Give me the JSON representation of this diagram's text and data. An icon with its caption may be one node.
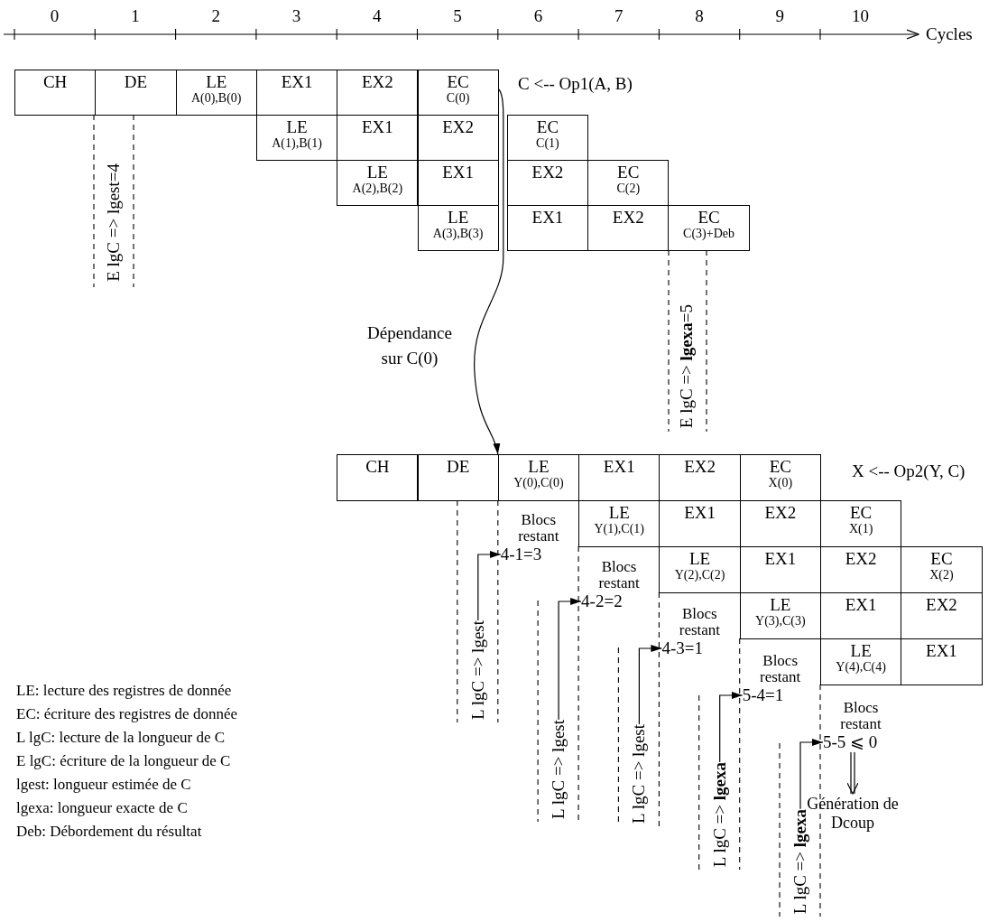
{
  "diagram": {
    "nodes": [
      {
        "text": [
          "CH"
        ]
      },
      {
        "text": [
          "DE"
        ]
      },
      {
        "text": [
          "LE",
          "A(0),B(0)"
        ]
      },
      {
        "text": [
          "EX1"
        ]
      },
      {
        "text": [
          "EX2"
        ]
      },
      {
        "text": [
          "EC",
          "C(0)"
        ]
      },
      {
        "text": [
          "LE",
          "A(1),B(1)"
        ]
      },
      {
        "text": [
          "EX1"
        ]
      },
      {
        "text": [
          "EX2"
        ]
      },
      {
        "text": [
          "EC",
          "C(1)"
        ]
      },
      {
        "text": [
          "LE",
          "A(2),B(2)"
        ]
      },
      {
        "text": [
          "EX1"
        ]
      },
      {
        "text": [
          "EX2"
        ]
      },
      {
        "text": [
          "EC",
          "C(2)"
        ]
      },
      {
        "text": [
          "LE",
          "A(3),B(3)"
        ]
      },
      {
        "text": [
          "EX1"
        ]
      },
      {
        "text": [
          "EX2"
        ]
      },
      {
        "text": [
          "EC",
          "C(3)+Deb"
        ]
      },
      {
        "text": [
          "E lgC => lgest=4"
        ]
      },
      {
        "text": [
          "E lgC => **lgexa**=5"
        ]
      },
      {
        "text": [
          "CH"
        ]
      },
      {
        "text": [
          "DE"
        ]
      },
      {
        "text": [
          "LE",
          "Y(0),C(0)"
        ]
      },
      {
        "text": [
          "EX1"
        ]
      },
      {
        "text": [
          "EX2"
        ]
      },
      {
        "text": [
          "EC",
          "X(0)"
        ]
      },
      {
        "text": [
          "LE",
          "Y(1),C(1)"
        ]
      },
      {
        "text": [
          "EX1"
        ]
      },
      {
        "text": [
          "EX2"
        ]
      },
      {
        "text": [
          "EC",
          "X(1)"
        ]
      },
      {
        "text": [
          "LE",
          "Y(2),C(2)"
        ]
      },
      {
        "text": [
          "EX1"
        ]
      },
      {
        "text": [
          "EX2"
        ]
      },
      {
        "text": [
          "EC",
          "X(2)"
        ]
      },
      {
        "text": [
          "LE",
          "Y(3),C(3)"
        ]
      },
      {
        "text": [
          "EX1"
        ]
      },
      {
        "text": [
          "EX2"
        ]
      },
      {
        "text": [
          "LE",
          "Y(4),C(4)"
        ]
      },
      {
        "text": [
          "EX1"
        ]
      },
      {
        "text": [
          "L lgC => lgest"
        ]
      },
      {
        "text": [
          "L lgC => lgest"
        ]
      },
      {
        "text": [
          "L lgC => lgest"
        ]
      },
      {
        "text": [
          "L lgC => **lgexa**"
        ]
      },
      {
        "text": [
          "L lgC => **lgexa**"
        ]
      },
      {
        "text": [
          "Blocs restant",
          "4-1=3"
        ]
      },
      {
        "text": [
          "Blocs restant",
          "4-2=2"
        ]
      },
      {
        "text": [
          "Blocs restant",
          "4-3=1"
        ]
      },
      {
        "text": [
          "Blocs restant",
          "5-4=1"
        ]
      },
      {
        "text": [
          "Blocs restant",
          "5-5 ⩽ 0"
        ]
      },
      {
        "text": [
          "Génération de Dcoup"
        ]
      }
    ],
    "edges": [
      {
        "from": 5,
        "to": 22,
        "arrow": "to",
        "label": "Dépendance sur C(0)"
      },
      {
        "from": 39,
        "to": 44,
        "arrow": "to"
      },
      {
        "from": 40,
        "to": 45,
        "arrow": "to"
      },
      {
        "from": 41,
        "to": 46,
        "arrow": "to"
      },
      {
        "from": 42,
        "to": 47,
        "arrow": "to"
      },
      {
        "from": 43,
        "to": 48,
        "arrow": "to"
      },
      {
        "from": 48,
        "to": 49,
        "arrow": "to"
      }
    ],
    "labels": [
      "0",
      "1",
      "2",
      "3",
      "4",
      "5",
      "6",
      "7",
      "8",
      "9",
      "10",
      "Cycles",
      "C <-- Op1(A, B)",
      "X <-- Op2(Y, C)",
      "LE: lecture des registres de donnée",
      "EC: écriture des registres de donnée",
      "L lgC: lecture de la longueur de C",
      "E lgC: écriture de la longueur de C",
      "lgest: longueur estimée de C",
      "lgexa: longueur exacte de C",
      "Deb: Débordement du résultat"
    ]
  }
}
